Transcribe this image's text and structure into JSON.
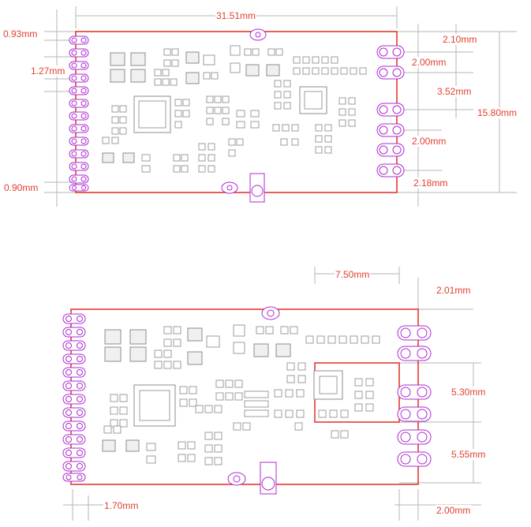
{
  "colors": {
    "board_outline": "#e23a2e",
    "dimension_text": "#e0412f",
    "pads": "#9c9c9c",
    "pins": "#ad2bd1",
    "ruler": "#b5b5b5"
  },
  "top_view": {
    "dims": {
      "width": "31.51mm",
      "top_margin": "0.93mm",
      "pin_pitch": "1.27mm",
      "bottom_margin": "0.90mm",
      "right_top": "2.10mm",
      "right_pitch1": "2.00mm",
      "right_gap": "3.52mm",
      "height": "15.80mm",
      "right_pitch2": "2.00mm",
      "right_bottom": "2.18mm"
    }
  },
  "bottom_view": {
    "dims": {
      "shield_offset": "7.50mm",
      "right_top": "2.01mm",
      "right_gap1": "5.30mm",
      "right_gap2": "5.55mm",
      "left_bottom": "1.70mm",
      "right_bottom": "2.00mm"
    }
  }
}
